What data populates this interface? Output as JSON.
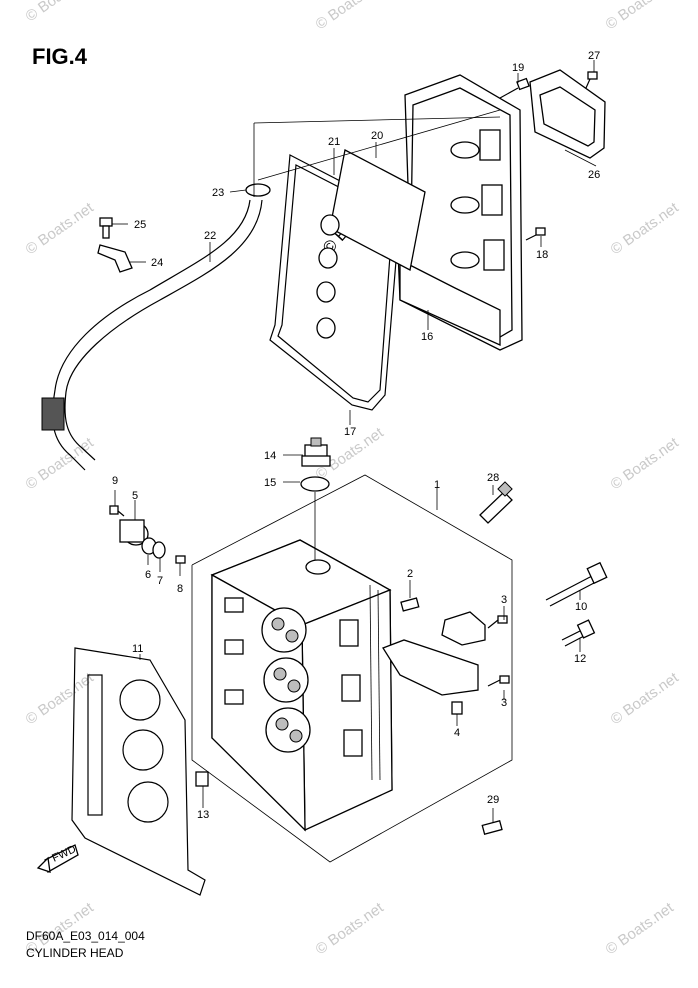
{
  "figure": {
    "title": "FIG.4",
    "diagram_code": "DF60A_E03_014_004",
    "diagram_name": "CYLINDER HEAD",
    "fwd_marker": "FWD"
  },
  "watermark": {
    "text": "© Boats.net"
  },
  "part_labels": [
    {
      "id": "p1",
      "text": "1"
    },
    {
      "id": "p2",
      "text": "2"
    },
    {
      "id": "p3a",
      "text": "3"
    },
    {
      "id": "p3b",
      "text": "3"
    },
    {
      "id": "p4",
      "text": "4"
    },
    {
      "id": "p5",
      "text": "5"
    },
    {
      "id": "p6",
      "text": "6"
    },
    {
      "id": "p7",
      "text": "7"
    },
    {
      "id": "p8",
      "text": "8"
    },
    {
      "id": "p9",
      "text": "9"
    },
    {
      "id": "p10",
      "text": "10"
    },
    {
      "id": "p11",
      "text": "11"
    },
    {
      "id": "p12",
      "text": "12"
    },
    {
      "id": "p13",
      "text": "13"
    },
    {
      "id": "p14",
      "text": "14"
    },
    {
      "id": "p15",
      "text": "15"
    },
    {
      "id": "p16",
      "text": "16"
    },
    {
      "id": "p17",
      "text": "17"
    },
    {
      "id": "p18",
      "text": "18"
    },
    {
      "id": "p19",
      "text": "19"
    },
    {
      "id": "p20",
      "text": "20"
    },
    {
      "id": "p21",
      "text": "21"
    },
    {
      "id": "p22",
      "text": "22"
    },
    {
      "id": "p23",
      "text": "23"
    },
    {
      "id": "p24",
      "text": "24"
    },
    {
      "id": "p25",
      "text": "25"
    },
    {
      "id": "p26",
      "text": "26"
    },
    {
      "id": "p27",
      "text": "27"
    },
    {
      "id": "p28",
      "text": "28"
    },
    {
      "id": "p29",
      "text": "29"
    }
  ]
}
